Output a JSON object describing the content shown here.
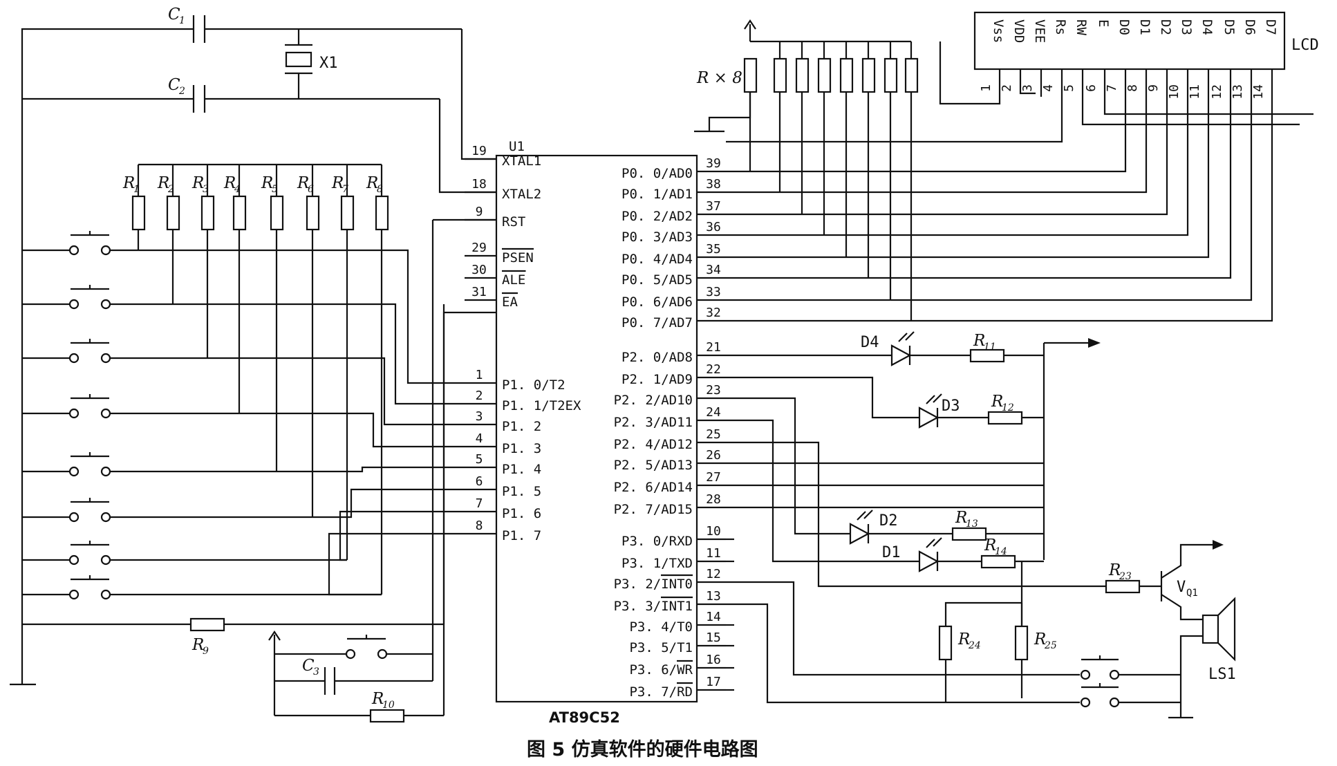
{
  "caption": "图 5  仿真软件的硬件电路图",
  "mcu": {
    "ref": "U1",
    "part": "AT89C52",
    "left_pins": [
      {
        "no": "19",
        "name": "XTAL1"
      },
      {
        "no": "18",
        "name": "XTAL2"
      },
      {
        "no": "9",
        "name": "RST"
      },
      {
        "no": "29",
        "name": "PSEN"
      },
      {
        "no": "30",
        "name": "ALE"
      },
      {
        "no": "31",
        "name": "EA"
      },
      {
        "no": "1",
        "name": "P1. 0/T2"
      },
      {
        "no": "2",
        "name": "P1. 1/T2EX"
      },
      {
        "no": "3",
        "name": "P1. 2"
      },
      {
        "no": "4",
        "name": "P1. 3"
      },
      {
        "no": "5",
        "name": "P1. 4"
      },
      {
        "no": "6",
        "name": "P1. 5"
      },
      {
        "no": "7",
        "name": "P1. 6"
      },
      {
        "no": "8",
        "name": "P1. 7"
      }
    ],
    "right_pins": [
      {
        "no": "39",
        "name": "P0. 0/AD0"
      },
      {
        "no": "38",
        "name": "P0. 1/AD1"
      },
      {
        "no": "37",
        "name": "P0. 2/AD2"
      },
      {
        "no": "36",
        "name": "P0. 3/AD3"
      },
      {
        "no": "35",
        "name": "P0. 4/AD4"
      },
      {
        "no": "34",
        "name": "P0. 5/AD5"
      },
      {
        "no": "33",
        "name": "P0. 6/AD6"
      },
      {
        "no": "32",
        "name": "P0. 7/AD7"
      },
      {
        "no": "21",
        "name": "P2. 0/AD8"
      },
      {
        "no": "22",
        "name": "P2. 1/AD9"
      },
      {
        "no": "23",
        "name": "P2. 2/AD10"
      },
      {
        "no": "24",
        "name": "P2. 3/AD11"
      },
      {
        "no": "25",
        "name": "P2. 4/AD12"
      },
      {
        "no": "26",
        "name": "P2. 5/AD13"
      },
      {
        "no": "27",
        "name": "P2. 6/AD14"
      },
      {
        "no": "28",
        "name": "P2. 7/AD15"
      },
      {
        "no": "10",
        "name": "P3. 0/RXD"
      },
      {
        "no": "11",
        "name": "P3. 1/TXD"
      },
      {
        "no": "12",
        "name": "P3. 2/INT0"
      },
      {
        "no": "13",
        "name": "P3. 3/INT1"
      },
      {
        "no": "14",
        "name": "P3. 4/T0"
      },
      {
        "no": "15",
        "name": "P3. 5/T1"
      },
      {
        "no": "16",
        "name": "P3. 6/WR"
      },
      {
        "no": "17",
        "name": "P3. 7/RD"
      }
    ]
  },
  "lcd": {
    "label": "LCD",
    "pins": [
      {
        "no": "1",
        "name": "Vss"
      },
      {
        "no": "2",
        "name": "VDD"
      },
      {
        "no": "3",
        "name": "VEE"
      },
      {
        "no": "4",
        "name": "Rs"
      },
      {
        "no": "5",
        "name": "RW"
      },
      {
        "no": "6",
        "name": "E"
      },
      {
        "no": "7",
        "name": "D0"
      },
      {
        "no": "8",
        "name": "D1"
      },
      {
        "no": "9",
        "name": "D2"
      },
      {
        "no": "10",
        "name": "D3"
      },
      {
        "no": "11",
        "name": "D4"
      },
      {
        "no": "12",
        "name": "D5"
      },
      {
        "no": "13",
        "name": "D6"
      },
      {
        "no": "14",
        "name": "D7"
      }
    ]
  },
  "labels": {
    "c1": "C",
    "c1_sub": "1",
    "c2": "C",
    "c2_sub": "2",
    "c3": "C",
    "c3_sub": "3",
    "x1": "X1",
    "rx8": "R × 8",
    "r_prefix": "R",
    "r_keys": [
      "1",
      "2",
      "3",
      "4",
      "5",
      "6",
      "7",
      "8"
    ],
    "r9": "9",
    "r10": "10",
    "r11": "11",
    "r12": "12",
    "r13": "13",
    "r14": "14",
    "r23": "23",
    "r24": "24",
    "r25": "25",
    "d1": "D1",
    "d2": "D2",
    "d3": "D3",
    "d4": "D4",
    "vq1": "V",
    "vq1_sub": "Q1",
    "ls1": "LS1"
  }
}
